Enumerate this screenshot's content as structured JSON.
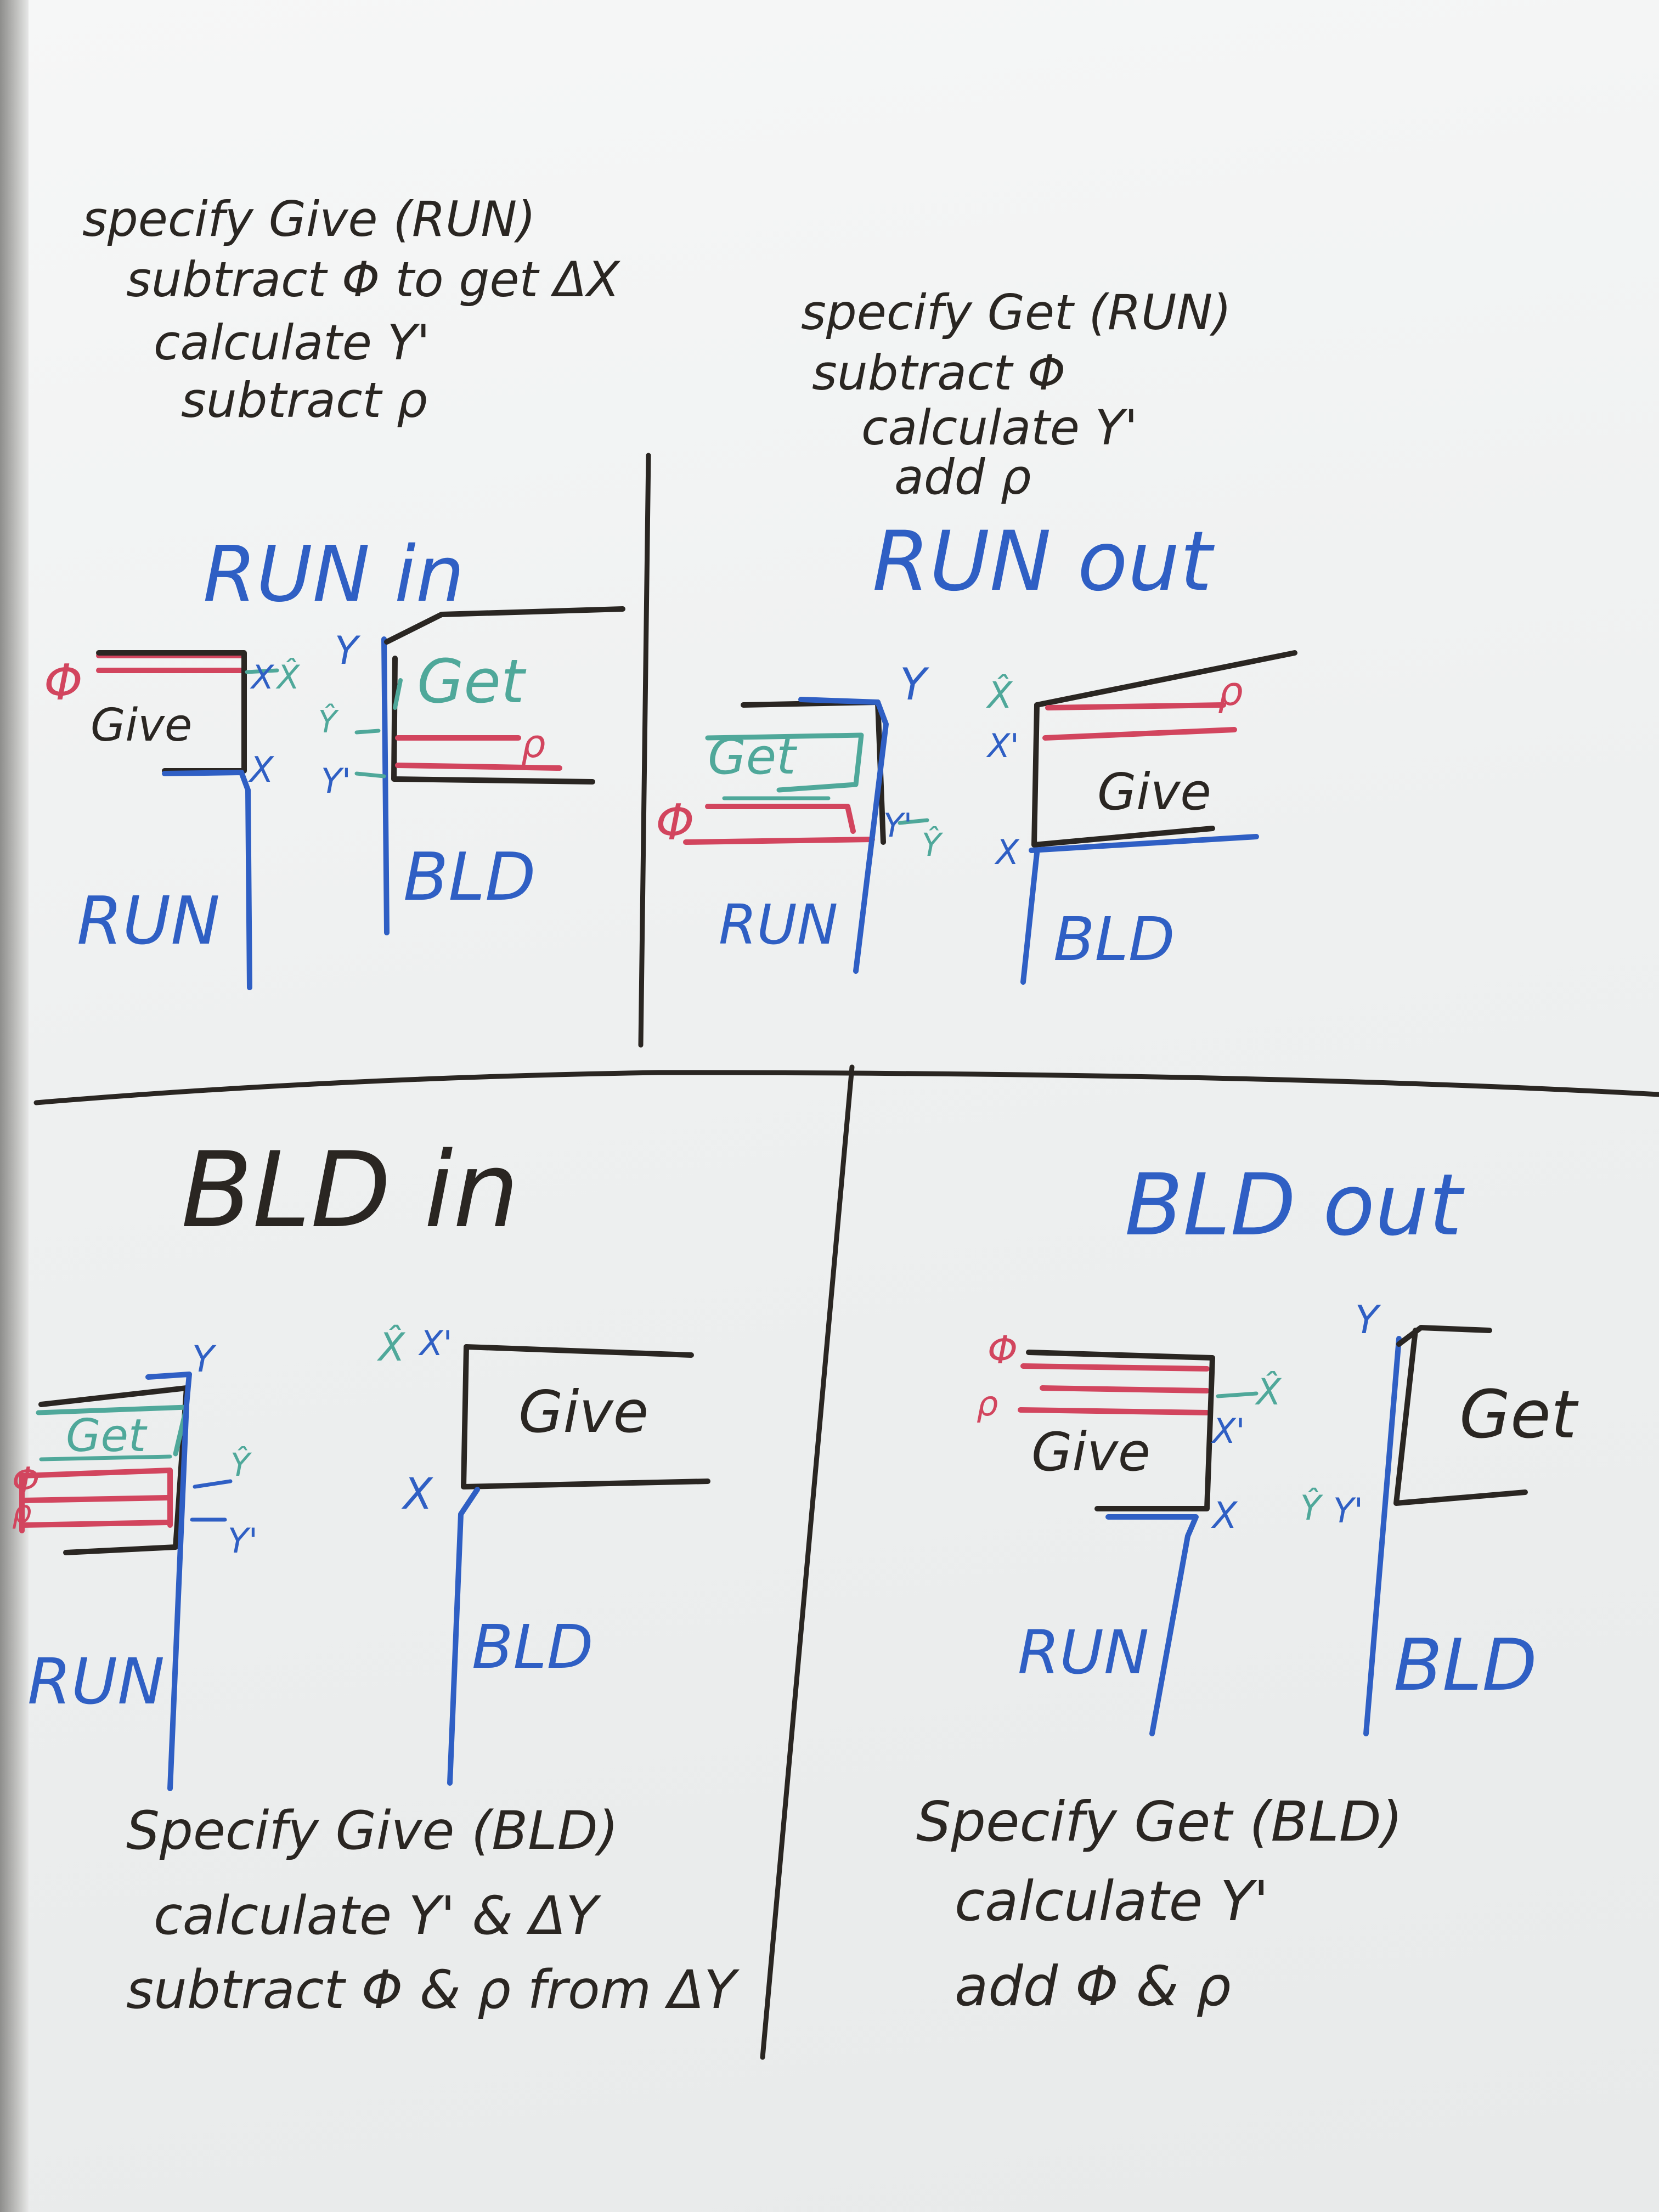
{
  "colors": {
    "black": "#2a2622",
    "blue": "#2f5fc4",
    "red": "#d2455e",
    "teal": "#4fa89a",
    "board": "#f2f3f3"
  },
  "top_left_notes": [
    "specify Give (RUN)",
    "subtract Φ to get ΔX",
    "calculate Y'",
    "subtract ρ"
  ],
  "top_right_notes": [
    "specify Get (RUN)",
    "subtract Φ",
    "calculate Y'",
    "add ρ"
  ],
  "bottom_left_notes": [
    "Specify Give (BLD)",
    "calculate Y' & ΔY",
    "subtract Φ & ρ from ΔY"
  ],
  "bottom_right_notes": [
    "Specify Get (BLD)",
    "calculate Y'",
    "add Φ & ρ"
  ],
  "q1": {
    "title": "RUN in",
    "phi": "Φ",
    "give": "Give",
    "x_top": "X",
    "x_hat_top": "X̂",
    "x_bottom": "X",
    "run": "RUN",
    "y": "Y",
    "y_hat": "Ŷ",
    "y_prime": "Y'",
    "get": "Get",
    "rho": "ρ",
    "bld": "BLD"
  },
  "q2": {
    "title": "RUN out",
    "get": "Get",
    "phi": "Φ",
    "y": "Y",
    "y_prime": "Y'",
    "y_hat": "Ŷ",
    "run": "RUN",
    "x_hat": "X̂",
    "x_prime": "X'",
    "rho": "ρ",
    "give": "Give",
    "x": "X",
    "bld": "BLD"
  },
  "q3": {
    "title": "BLD in",
    "get": "Get",
    "phi": "Φ",
    "rho": "ρ",
    "y": "Y",
    "y_hat": "Ŷ",
    "y_prime": "Y'",
    "run": "RUN",
    "x_hat": "X̂",
    "x_prime": "X'",
    "give": "Give",
    "x": "X",
    "bld": "BLD"
  },
  "q4": {
    "title": "BLD out",
    "phi": "Φ",
    "rho": "ρ",
    "give": "Give",
    "x_prime": "X'",
    "x_hat": "X̂",
    "x": "X",
    "run": "RUN",
    "y": "Y",
    "y_hat": "Ŷ",
    "y_prime": "Y'",
    "get": "Get",
    "bld": "BLD"
  }
}
